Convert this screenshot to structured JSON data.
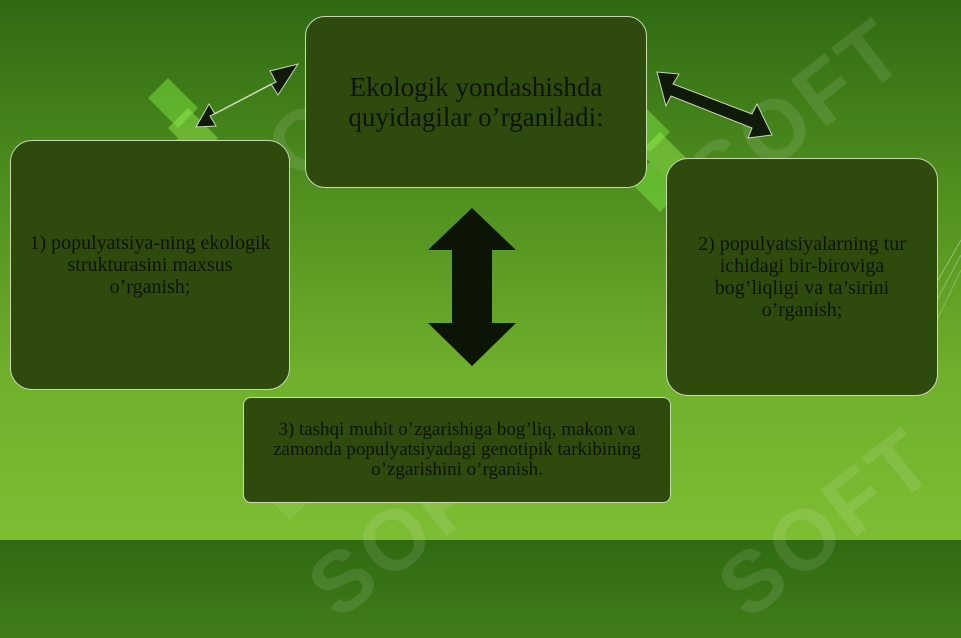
{
  "diagram": {
    "center_title": "Ekologik yondashishda quyidagilar o’rganiladi:",
    "item_1": "1) populyatsiya-ning ekologik strukturasini maxsus o’rganish;",
    "item_2": "2) populyatsiyalarning tur ichidagi bir-biroviga bog’liqligi va ta’sirini o’rganish;",
    "item_3": "3) tashqi muhit o’zgarishiga bog’liq, makon va zamonda populyatsiyadagi genotipik tarkibining o’zgarishini o’rganish."
  },
  "watermark": {
    "text": "SOFT"
  },
  "colors": {
    "box_fill": "#2e4a0c",
    "box_border": "#c9d9b4",
    "arrow": "#0f1a08",
    "background_top": "#2f6a12",
    "background_bottom": "#7dbd32"
  }
}
